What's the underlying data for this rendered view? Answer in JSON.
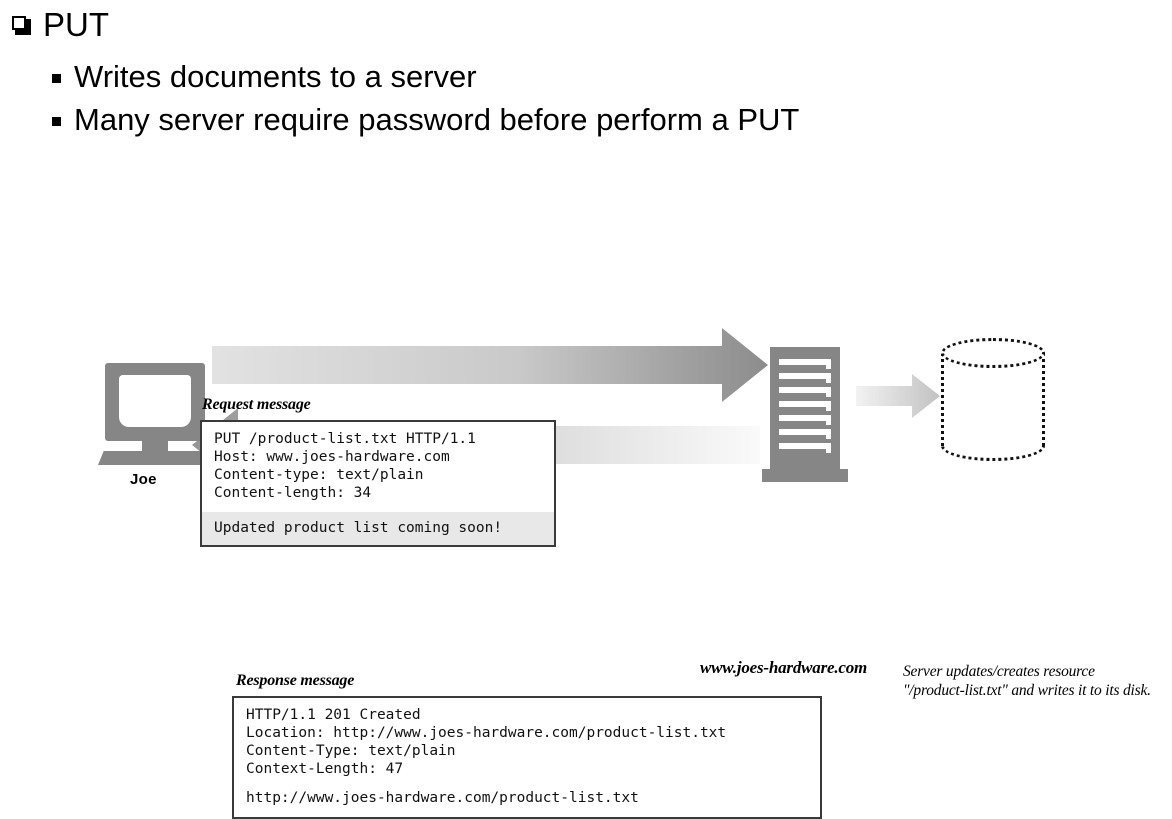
{
  "slide": {
    "title_bullet": "PUT",
    "sub_bullets": [
      "Writes documents to a server",
      "Many server require password before perform a PUT"
    ]
  },
  "figure": {
    "client_label": "Joe",
    "server_label": "www.joes-hardware.com",
    "side_note": "Server updates/creates resource \"/product-list.txt\" and writes it to its disk.",
    "request": {
      "caption": "Request message",
      "headers": "PUT /product-list.txt HTTP/1.1\nHost: www.joes-hardware.com\nContent-type: text/plain\nContent-length: 34",
      "body": "Updated product list coming soon!"
    },
    "response": {
      "caption": "Response message",
      "headers": "HTTP/1.1 201 Created\nLocation: http://www.joes-hardware.com/product-list.txt\nContent-Type: text/plain\nContext-Length: 47",
      "body": "http://www.joes-hardware.com/product-list.txt"
    },
    "icons": {
      "client": "desktop-computer-icon",
      "server": "server-tower-icon",
      "storage": "database-cylinder-icon",
      "request_arrow": "arrow-right-icon",
      "response_arrow": "arrow-left-icon",
      "write_arrow": "arrow-right-small-icon"
    }
  },
  "colors": {
    "icon_gray": "#868686",
    "arrow_dark": "#8c8c8c",
    "arrow_light": "#f4f4f4",
    "box_border": "#3a3a3a",
    "body_shade": "#e8e8e8",
    "text": "#000000"
  }
}
